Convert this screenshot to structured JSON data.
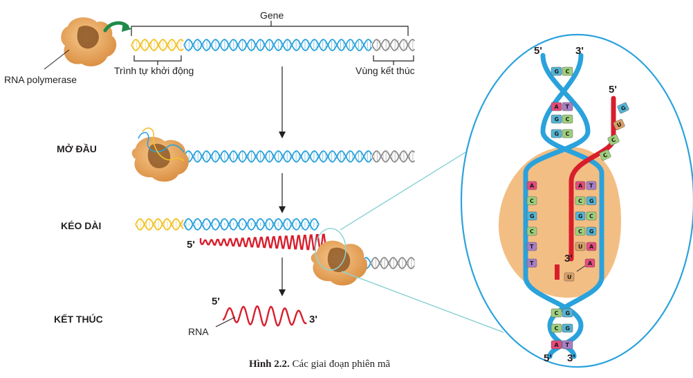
{
  "labels": {
    "gene": "Gene",
    "rna_polymerase": "RNA polymerase",
    "promoter": "Trình tự khởi động",
    "terminator": "Vùng kết thúc",
    "rna": "RNA"
  },
  "stages": {
    "initiation": "MỞ ĐẦU",
    "elongation": "KÉO DÀI",
    "termination": "KẾT THÚC"
  },
  "ends": {
    "five": "5'",
    "three": "3'"
  },
  "caption": {
    "bold": "Hình 2.2.",
    "text": " Các giai đoạn phiên mã"
  },
  "detail": {
    "top_pairs": [
      [
        "G",
        "C"
      ],
      [
        "A",
        "T"
      ],
      [
        "G",
        "C"
      ],
      [
        "G",
        "C"
      ]
    ],
    "template_bases": [
      "A",
      "C",
      "G",
      "C",
      "T",
      "T"
    ],
    "hybrid_pairs": [
      [
        "A",
        "T"
      ],
      [
        "C",
        "G"
      ],
      [
        "G",
        "C"
      ],
      [
        "C",
        "G"
      ],
      [
        "U",
        "A"
      ],
      [
        "U",
        "A"
      ]
    ],
    "bottom_pairs": [
      [
        "C",
        "G"
      ],
      [
        "C",
        "G"
      ],
      [
        "A",
        "T"
      ]
    ],
    "free_rna": [
      "G",
      "U",
      "C",
      "C"
    ]
  },
  "colors": {
    "dna_strand": "#2aa2dc",
    "promoter": "#f2c22a",
    "terminator": "#8e8e8e",
    "rna": "#d81e2c",
    "enzyme": "#e9a35a",
    "enzyme_dark": "#8a5524",
    "arrow_green": "#1e8a4a",
    "A": "#e54b7c",
    "T": "#a87ec4",
    "G": "#55b4d4",
    "C": "#9ecf7c",
    "U": "#d9a066"
  }
}
